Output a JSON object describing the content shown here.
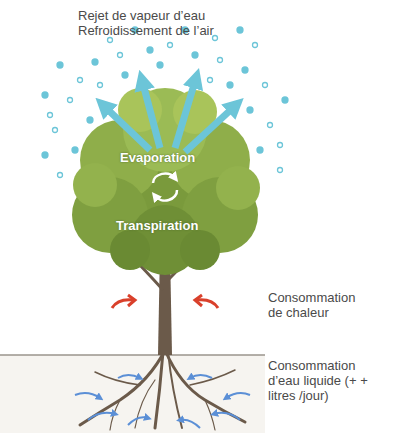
{
  "diagram": {
    "labels": [
      "Rejet de vapeur d’eau Refroidissement de l’air",
      "Evaporation",
      "Transpiration",
      "Consommation de chaleur",
      "Consommation d’eau liquide (+ + litres /jour)"
    ]
  }
}
